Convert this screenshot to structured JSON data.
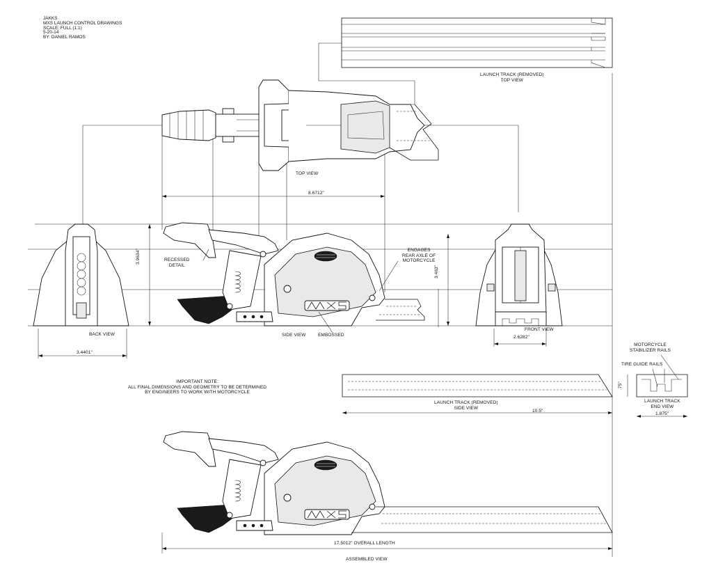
{
  "title_block": {
    "company": "JAKKS",
    "project": "MXS LAUNCH CONTROL DRAWINGS",
    "scale": "SCALE: FULL (1:1)",
    "date": "5-20-14",
    "author": "BY: DANIEL RAMOS"
  },
  "views": {
    "launch_track_top": [
      "LAUNCH TRACK  (REMOVED)",
      "TOP VIEW"
    ],
    "top": "TOP VIEW",
    "back": "BACK VIEW",
    "side": "SIDE VIEW",
    "front": "FRONT VIEW",
    "launch_track_side": [
      "LAUNCH TRACK (REMOVED)",
      "SIDE VIEW"
    ],
    "launch_track_end": [
      "LAUNCH TRACK",
      "END VIEW"
    ],
    "assembled": "ASSEMBLED  VIEW"
  },
  "callouts": {
    "recessed": [
      "RECESSED",
      "DETAIL"
    ],
    "engages": [
      "ENGAGES",
      "REAR AXLE OF",
      "MOTORCYCLE"
    ],
    "embossed": "EMBOSSED",
    "stabilizer": [
      "MOTORCYCLE",
      "STABILIZER RAILS"
    ],
    "tire_guide": "TIRE GUIDE RAILS"
  },
  "note": {
    "heading": "IMPORTANT NOTE:",
    "line1": "ALL FINAL DIMENSIONS AND GEOMETRY TO BE DETERMINED",
    "line2": "BY ENGINEERS TO WORK WITH MOTORCYCLE"
  },
  "dimensions": {
    "top_width": "8.6712\"",
    "side_height": "3.9634\"",
    "front_height": "3.463\"",
    "back_width": "3.4401\"",
    "front_width": "2.6282\"",
    "track_length": "10.5\"",
    "track_height": ".75\"",
    "track_end_width": "1.875\"",
    "overall_length": "17.5012\" OVERALL LENGTH"
  },
  "logo_text": "MXS"
}
